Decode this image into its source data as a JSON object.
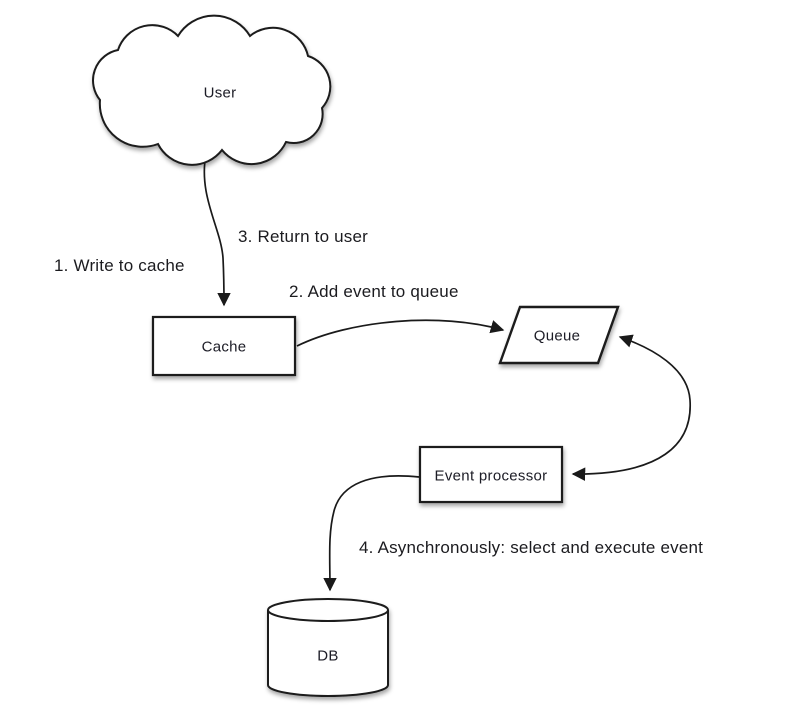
{
  "diagram": {
    "background": "#ffffff",
    "stroke_color": "#1a1a1a",
    "node_fill": "#ffffff",
    "nodes": {
      "user": {
        "label": "User",
        "shape": "cloud"
      },
      "cache": {
        "label": "Cache",
        "shape": "rectangle"
      },
      "queue": {
        "label": "Queue",
        "shape": "parallelogram"
      },
      "event_processor": {
        "label": "Event processor",
        "shape": "rectangle"
      },
      "db": {
        "label": "DB",
        "shape": "cylinder"
      }
    },
    "edge_labels": {
      "step1": "1. Write to cache",
      "step2": "2. Add event to queue",
      "step3": "3. Return to user",
      "step4": "4. Asynchronously: select and execute event"
    }
  }
}
